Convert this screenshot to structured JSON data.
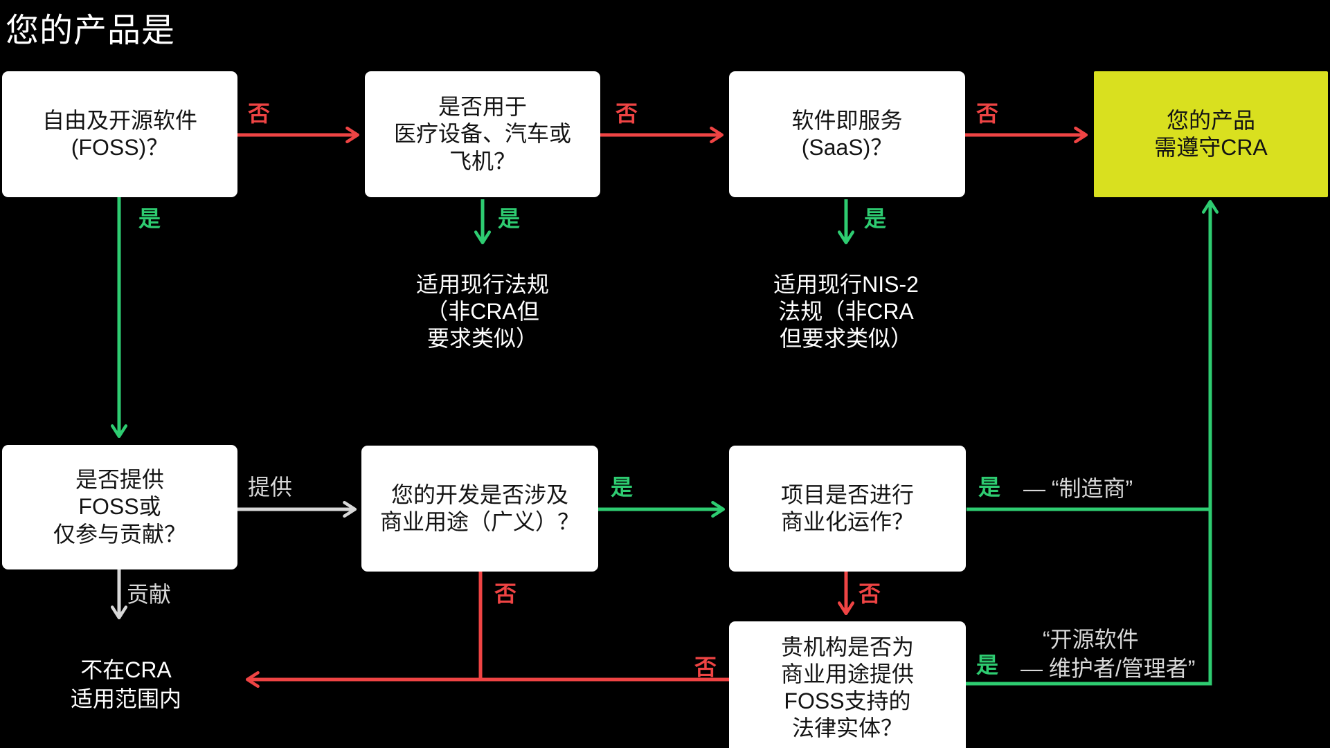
{
  "title": "您的产品是",
  "boxes": {
    "foss": "自由及开源软件\n(FOSS)？",
    "regulated_use": "是否用于\n医疗设备、汽车或\n飞机？",
    "saas": "软件即服务\n(SaaS)？",
    "cra_applies": "您的产品\n需遵守CRA",
    "provide_or_contribute": "是否提供\nFOSS或\n仅参与贡献？",
    "commercial_dev": "您的开发是否涉及\n商业用途（广义）？",
    "commercialized": "项目是否进行\n商业化运作？",
    "legal_entity": "贵机构是否为\n商业用途提供\nFOSS支持的\n法律实体？"
  },
  "notes": {
    "existing_regulation": "适用现行法规\n（非CRA但\n要求类似）",
    "nis2_regulation": "适用现行NIS-2\n法规（非CRA\n但要求类似）",
    "out_of_scope": "不在CRA\n适用范围内"
  },
  "edge_labels": {
    "yes": "是",
    "no": "否",
    "provide": "提供",
    "contribute": "贡献",
    "manufacturer": "— “制造商”",
    "oss_steward_line1": "“开源软件",
    "oss_steward_line2": "— 维护者/管理者”"
  },
  "colors": {
    "yes_green": "#2ecc71",
    "no_red": "#ef4444",
    "neutral_gray": "#d8d8d8",
    "highlight_yellow": "#d9e01f"
  }
}
